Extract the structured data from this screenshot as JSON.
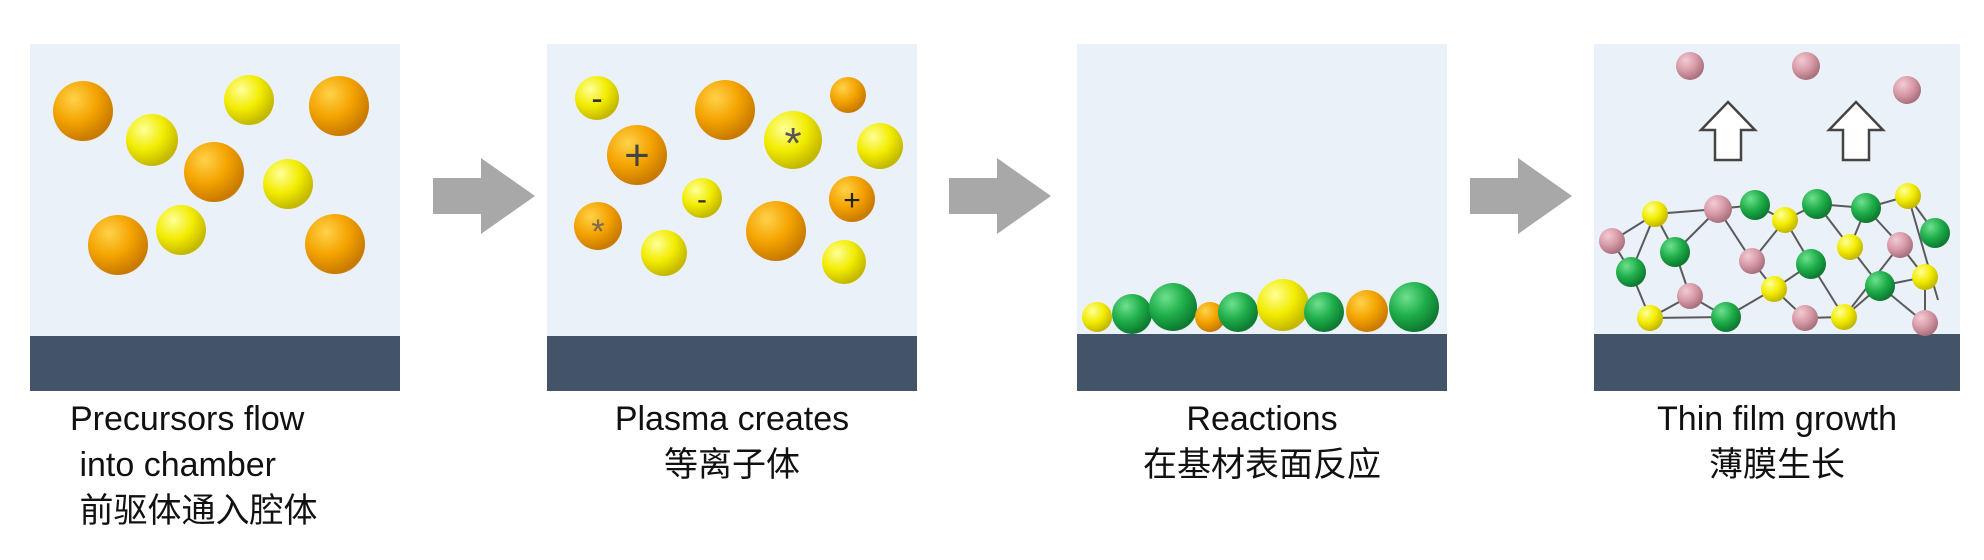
{
  "colors": {
    "panel_bg": "#ebf1f9",
    "substrate": "#435368",
    "arrow": "#a8a8a8",
    "precursor_orange": "#f4a300",
    "precursor_yellow": "#f2ec00",
    "green": "#1fae4a",
    "pink": "#d79aa7",
    "bond": "#555555"
  },
  "panels": [
    {
      "name": "precursors",
      "caption": [
        "Precursors flow",
        " into chamber",
        " 前驱体通入腔体"
      ]
    },
    {
      "name": "plasma",
      "caption": [
        "Plasma creates",
        "等离子体"
      ],
      "symbols": {
        "plus": "+",
        "minus": "-",
        "star": "*"
      }
    },
    {
      "name": "reactions",
      "caption": [
        "Reactions",
        "在基材表面反应"
      ]
    },
    {
      "name": "thin-film",
      "caption": [
        "Thin film growth",
        "薄膜生长"
      ]
    }
  ]
}
